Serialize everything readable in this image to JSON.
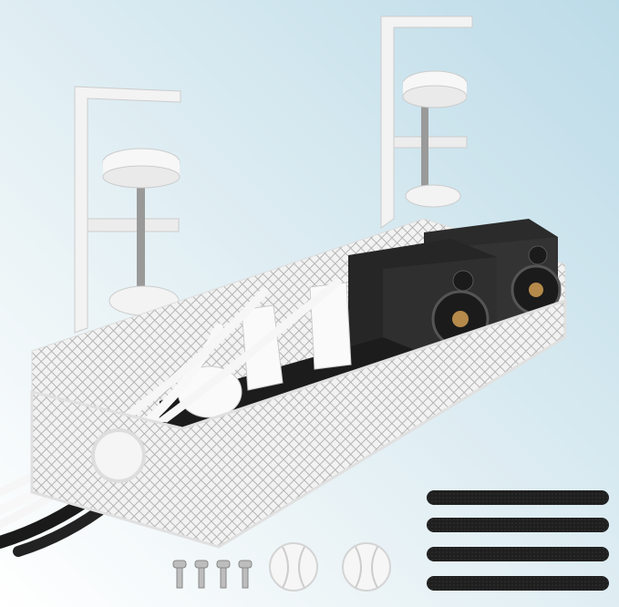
{
  "colors": {
    "background_top": "#cfe5ee",
    "background_bottom": "#ffffff",
    "tray": "#f4f4f4",
    "mesh": "#c8c8c8",
    "power_strip": "#1c1c1c",
    "speaker": "#2a2a2a",
    "strap": "#1e1e1e"
  },
  "icons": [
    "clamp-bracket",
    "mesh-cable-tray",
    "power-strip",
    "speaker",
    "cable-tie-strap",
    "screw",
    "cable-clip"
  ]
}
